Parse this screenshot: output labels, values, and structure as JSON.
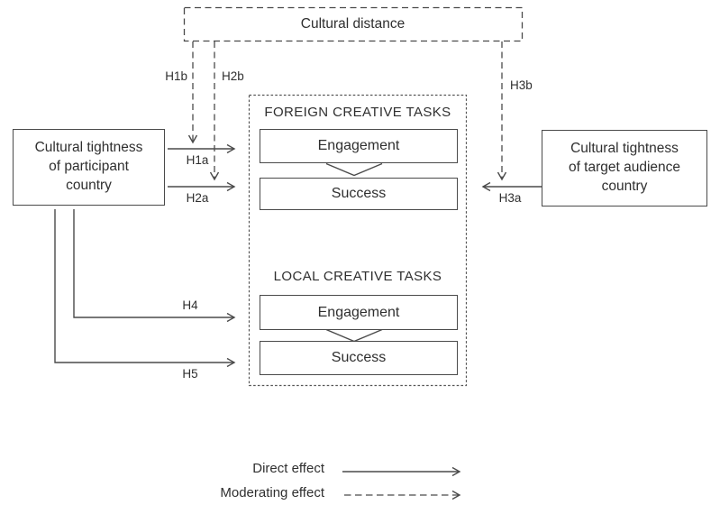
{
  "diagram": {
    "top_box": {
      "label": "Cultural distance"
    },
    "left_box": {
      "label": "Cultural tightness of participant country",
      "lines": [
        "Cultural tightness",
        "of participant",
        "country"
      ]
    },
    "right_box": {
      "label": "Cultural tightness of target audience country",
      "lines": [
        "Cultural tightness",
        "of target audience",
        "country"
      ]
    },
    "foreign_section": {
      "title": "FOREIGN CREATIVE TASKS",
      "engagement_label": "Engagement",
      "success_label": "Success"
    },
    "local_section": {
      "title": "LOCAL CREATIVE TASKS",
      "engagement_label": "Engagement",
      "success_label": "Success"
    },
    "hypotheses": {
      "h1a": "H1a",
      "h1b": "H1b",
      "h2a": "H2a",
      "h2b": "H2b",
      "h3a": "H3a",
      "h3b": "H3b",
      "h4": "H4",
      "h5": "H5"
    },
    "legend": {
      "direct_label": "Direct effect",
      "moderating_label": "Moderating effect"
    },
    "colors": {
      "line": "#4a4a4a",
      "text": "#2f2f2f",
      "background": "#ffffff"
    }
  }
}
